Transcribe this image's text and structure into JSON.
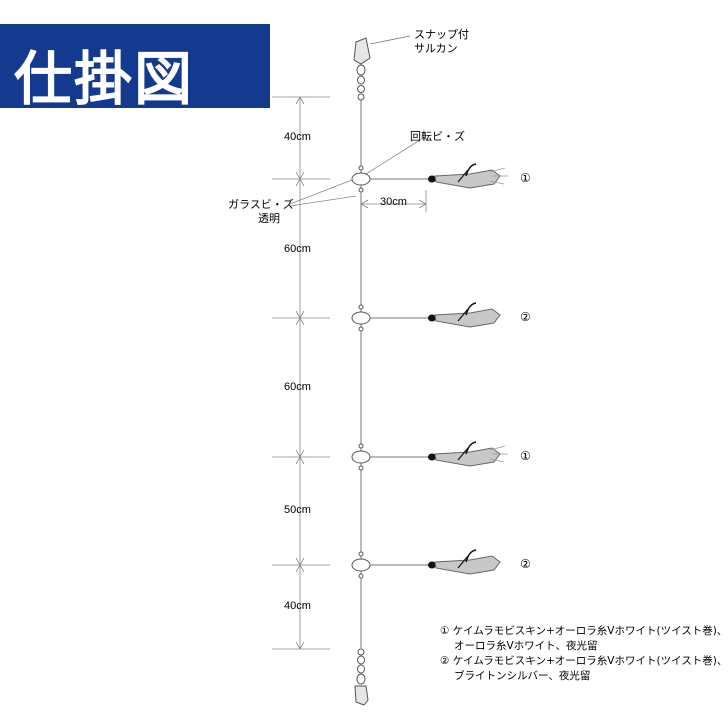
{
  "title": "仕掛図",
  "labels": {
    "snap_line1": "スナップ付",
    "snap_line2": "サルカン",
    "rotating_beads": "回転ビ・ズ",
    "glass_beads_line1": "ガラスビ・ズ",
    "glass_beads_line2": "透明",
    "branch_length": "30cm"
  },
  "segments": [
    "40cm",
    "60cm",
    "60cm",
    "50cm",
    "40cm"
  ],
  "lure_numbers": [
    "①",
    "②",
    "①",
    "②"
  ],
  "legend": {
    "line1": "① ケイムラモビスキン+オーロラ糸Vホワイト(ツイスト巻)、",
    "line2": "オーロラ糸Vホワイト、夜光留",
    "line3": "② ケイムラモビスキン+オーロラ糸Vホワイト(ツイスト巻)、",
    "line4": "ブライトンシルバー、夜光留"
  },
  "colors": {
    "title_bg": "#143a8f",
    "title_fg": "#ffffff",
    "line": "#777777",
    "lure": "#c8c8c8"
  }
}
